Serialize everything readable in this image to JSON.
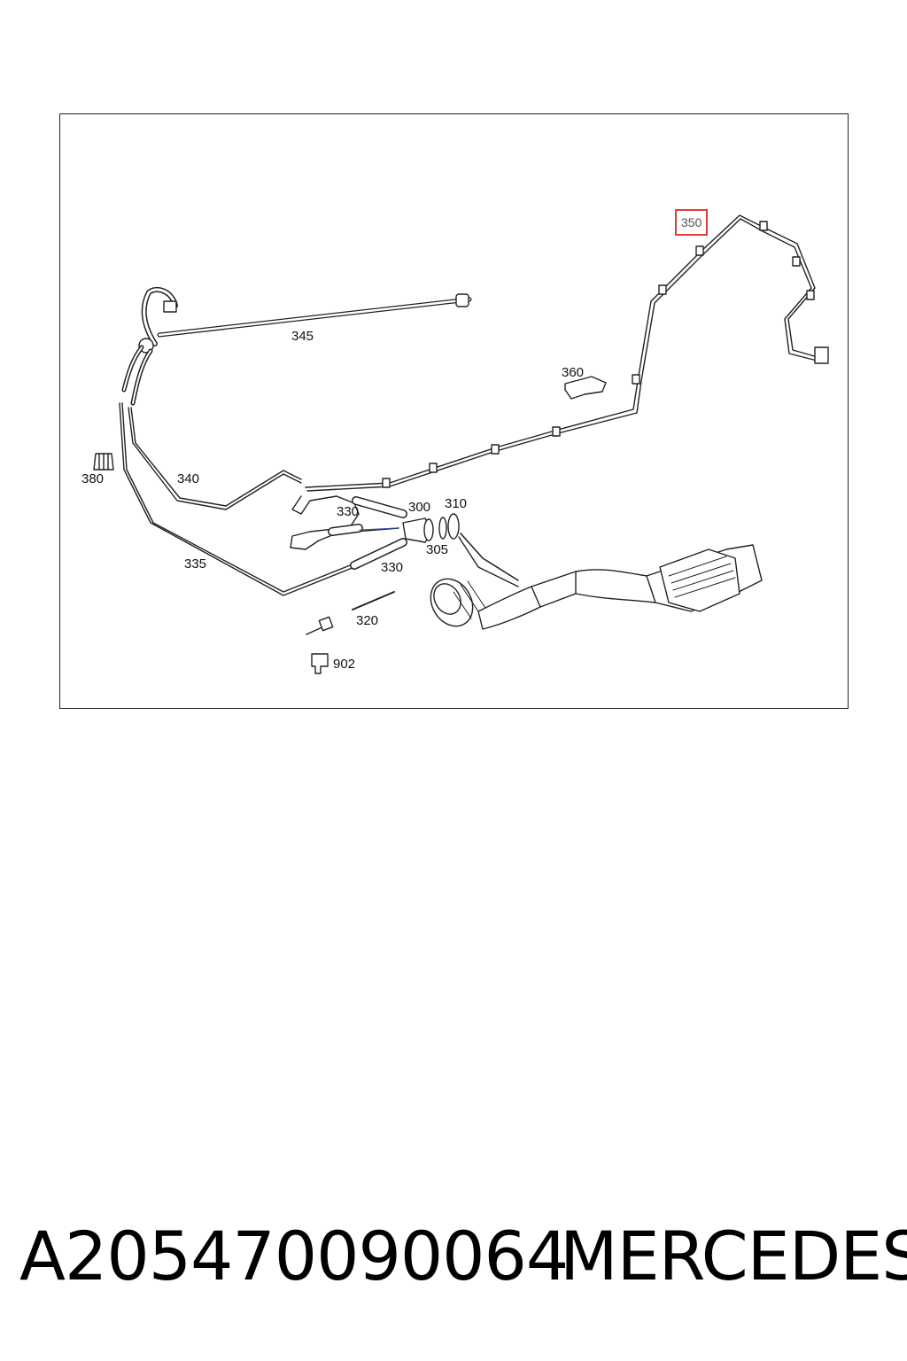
{
  "diagram": {
    "callouts": {
      "c300": "300",
      "c305": "305",
      "c310": "310",
      "c320": "320",
      "c330a": "330",
      "c330b": "330",
      "c335": "335",
      "c340": "340",
      "c345": "345",
      "c350": "350",
      "c360": "360",
      "c380": "380",
      "c902": "902"
    },
    "highlight_color": "#e23b3b",
    "line_color": "#222222"
  },
  "footer": {
    "part_number": "A205470090064",
    "brand": "MERCEDES"
  }
}
